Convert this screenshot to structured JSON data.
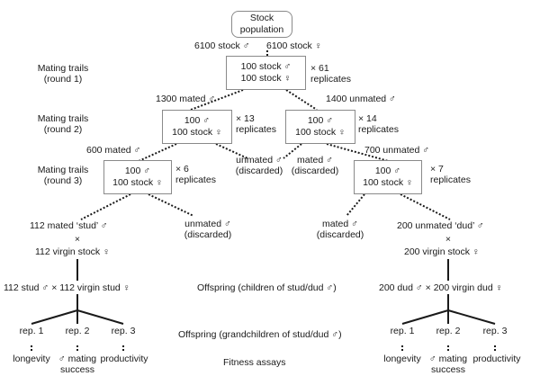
{
  "diagram": {
    "stock_population": [
      "Stock",
      "population"
    ],
    "initial_split": {
      "male": "6100 stock ♂",
      "female": "6100 stock ♀"
    },
    "rounds": [
      [
        "Mating trails",
        "(round 1)"
      ],
      [
        "Mating trails",
        "(round 2)"
      ],
      [
        "Mating trails",
        "(round 3)"
      ]
    ],
    "round1": {
      "box": [
        "100 stock ♂",
        "100 stock ♀"
      ],
      "replicates": [
        "× 61",
        "replicates"
      ]
    },
    "round1_out": {
      "mated": "1300 mated ♂",
      "unmated": "1400 unmated ♂"
    },
    "round2_left": {
      "box": [
        "100 ♂",
        "100 stock ♀"
      ],
      "replicates": [
        "× 13",
        "replicates"
      ]
    },
    "round2_right": {
      "box": [
        "100 ♂",
        "100 stock ♀"
      ],
      "replicates": [
        "× 14",
        "replicates"
      ]
    },
    "round2_out": {
      "left_mated": "600 mated ♂",
      "left_unmated": [
        "unmated ♂",
        "(discarded)"
      ],
      "right_mated": [
        "mated ♂",
        "(discarded)"
      ],
      "right_unmated": "700 unmated ♂"
    },
    "round3_left": {
      "box": [
        "100 ♂",
        "100 stock ♀"
      ],
      "replicates": [
        "× 6",
        "replicates"
      ]
    },
    "round3_right": {
      "box": [
        "100 ♂",
        "100 stock ♀"
      ],
      "replicates": [
        "× 7",
        "replicates"
      ]
    },
    "round3_out": {
      "stud": "112 mated ‘stud’ ♂",
      "stud_discard": [
        "unmated ♂",
        "(discarded)"
      ],
      "dud_discard": [
        "mated ♂",
        "(discarded)"
      ],
      "dud": "200 unmated ‘dud’ ♂"
    },
    "cross_symbol": "×",
    "virgin_left": "112 virgin stock ♀",
    "virgin_right": "200 virgin stock ♀",
    "offspring_left": "112 stud ♂ × 112 virgin stud ♀",
    "offspring_right": "200 dud ♂ × 200 virgin dud ♀",
    "offspring_label": "Offspring (children of stud/dud ♂)",
    "grand_label": "Offspring (grandchildren of stud/dud ♂)",
    "reps": [
      "rep. 1",
      "rep. 2",
      "rep. 3"
    ],
    "assays": [
      "longevity",
      "♂ mating",
      "success",
      "productivity"
    ],
    "fitness_label": "Fitness assays"
  }
}
